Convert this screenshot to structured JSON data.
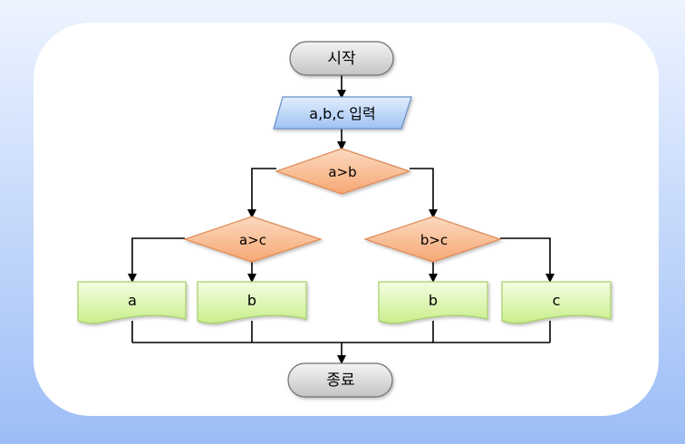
{
  "flowchart": {
    "start": "시작",
    "input": "a,b,c 입력",
    "decision_ab": "a>b",
    "decision_ac": "a>c",
    "decision_bc": "b>c",
    "output_a": "a",
    "output_b_left": "b",
    "output_b_right": "b",
    "output_c": "c",
    "end": "종료"
  },
  "colors": {
    "background_top": "#e9f1fe",
    "background_bottom": "#9dbef7",
    "panel": "#ffffff",
    "terminal_fill": "#d0d0d0",
    "input_fill": "#a9c9f5",
    "decision_fill": "#f8b787",
    "output_fill": "#d3f29f",
    "line": "#000000"
  }
}
